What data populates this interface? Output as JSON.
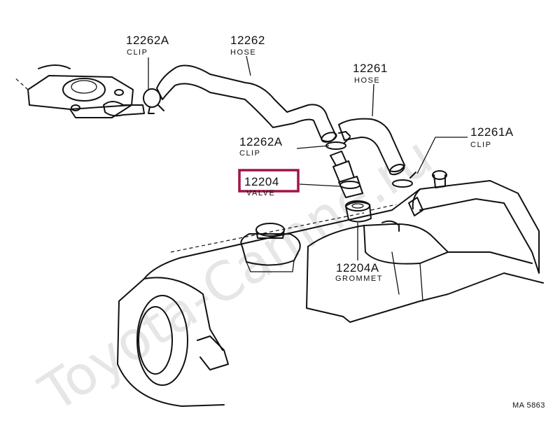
{
  "watermark": "Toyota-Camne.ru",
  "diagram_code": "MA 5863",
  "highlight_color": "#a0144a",
  "parts": [
    {
      "number": "12262A",
      "name": "CLIP"
    },
    {
      "number": "12262",
      "name": "HOSE"
    },
    {
      "number": "12261",
      "name": "HOSE"
    },
    {
      "number": "12262A",
      "name": "CLIP"
    },
    {
      "number": "12261A",
      "name": "CLIP"
    },
    {
      "number": "12204",
      "name": "VALVE"
    },
    {
      "number": "12204A",
      "name": "GROMMET"
    }
  ]
}
